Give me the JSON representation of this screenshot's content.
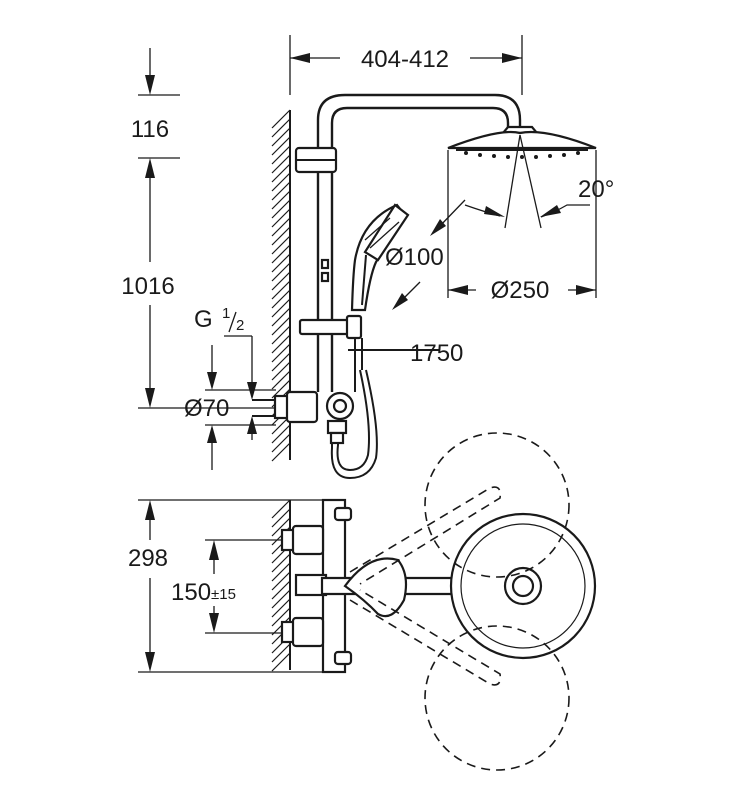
{
  "drawing": {
    "side_view": {
      "width_span": "404-412",
      "top_offset": "116",
      "height_span": "1016",
      "thread_g": "G",
      "thread_num": "1",
      "thread_den": "2",
      "rosette_diameter": "Ø70",
      "handshower_diameter": "Ø100",
      "head_diameter": "Ø250",
      "spray_angle": "20°",
      "hose_length": "1750"
    },
    "top_view": {
      "depth": "298",
      "inlet_spacing": "150",
      "inlet_tolerance": "±15"
    }
  },
  "colors": {
    "ink": "#1a1a1a",
    "paper": "#ffffff"
  }
}
